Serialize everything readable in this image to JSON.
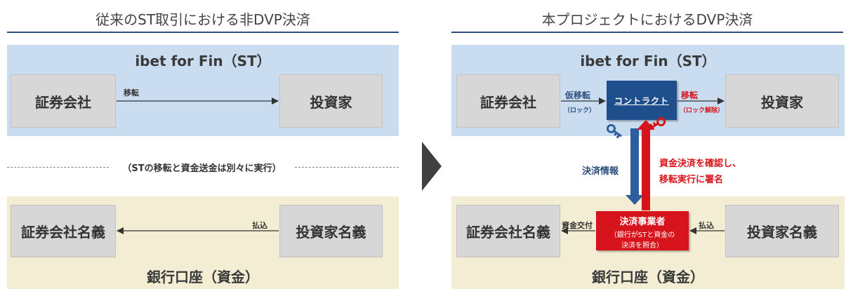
{
  "left": {
    "title": "従来のST取引における非DVP決済",
    "top_panel_label": "ibet for Fin（ST）",
    "securities_firm": "証券会社",
    "investor": "投資家",
    "transfer_label": "移転",
    "note": "（STの移転と資金送金は別々に実行）",
    "securities_account": "証券会社名義",
    "investor_account": "投資家名義",
    "payment_label": "払込",
    "bottom_panel_label": "銀行口座（資金）"
  },
  "right": {
    "title": "本プロジェクトにおけるDVP決済",
    "top_panel_label": "ibet for Fin（ST）",
    "securities_firm": "証券会社",
    "investor": "投資家",
    "provisional_transfer": "仮移転",
    "lock": "（ロック）",
    "contract": "コントラクト",
    "transfer": "移転",
    "unlock": "（ロック解除）",
    "settlement_info": "決済情報",
    "confirm_line1": "資金決済を確認し、",
    "confirm_line2": "移転実行に署名",
    "settlement_agent": "決済事業者",
    "settlement_sub1": "（銀行がSTと資金の",
    "settlement_sub2": "決済を照合）",
    "payment_delivery": "資金交付",
    "payment": "払込",
    "securities_account": "証券会社名義",
    "investor_account": "投資家名義",
    "bottom_panel_label": "銀行口座（資金）"
  },
  "colors": {
    "title_underline": "#2d4e7c",
    "blue_panel": "#c9dcf0",
    "cream_panel": "#f3edd3",
    "contract": "#1f4e8c",
    "settlement": "#d7141b",
    "blue_arrow": "#2f5e9e",
    "red_arrow": "#d7141b",
    "red_text": "#d7141b",
    "blue_text": "#2d4e7c"
  },
  "icons": [
    "blue-key-icon",
    "red-key-icon",
    "chevron-right-icon"
  ]
}
